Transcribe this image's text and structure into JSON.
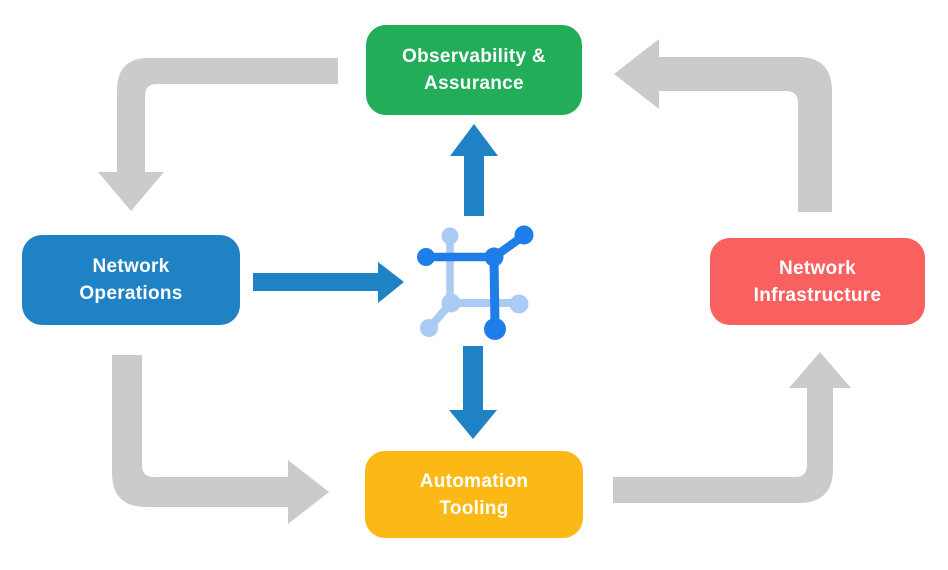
{
  "nodes": {
    "observability": {
      "label": "Observability &\nAssurance"
    },
    "operations": {
      "label": "Network\nOperations"
    },
    "infrastructure": {
      "label": "Network\nInfrastructure"
    },
    "tooling": {
      "label": "Automation\nTooling"
    }
  },
  "center_icon": {
    "name": "network-automation-icon"
  },
  "colors": {
    "observability_green": "#22ad58",
    "operations_blue": "#1f82c5",
    "infrastructure_red": "#f96060",
    "tooling_yellow": "#fcb915",
    "cycle_arrow_gray": "#cbcbcb",
    "flow_arrow_blue": "#1f82c5",
    "icon_dark_blue": "#1e7de8",
    "icon_light_blue": "#a9cbf4",
    "label_text": "#ffffff"
  }
}
